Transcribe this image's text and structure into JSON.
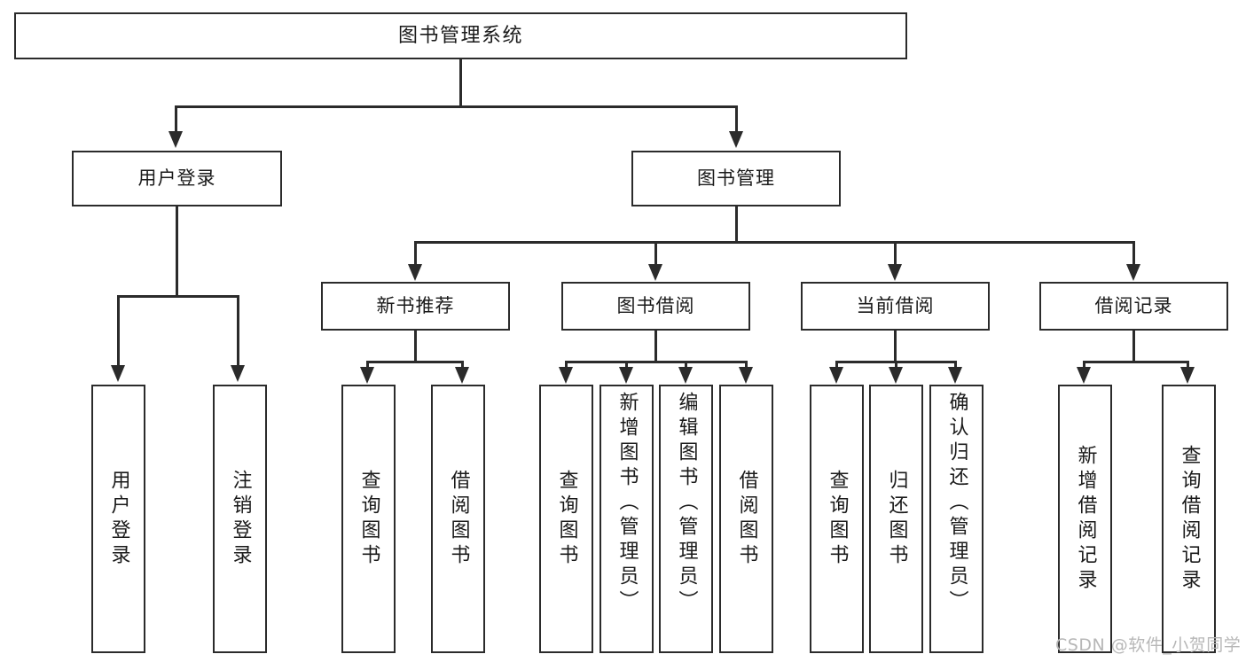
{
  "diagram": {
    "title": "图书管理系统",
    "type": "tree-hierarchy-chart",
    "colors": {
      "stroke": "#2b2b2b",
      "fill": "#ffffff",
      "text": "#1a1a1a",
      "watermark": "#b7b7b7"
    },
    "root": {
      "label": "图书管理系统"
    },
    "level2": [
      {
        "label": "用户登录"
      },
      {
        "label": "图书管理"
      }
    ],
    "level3": [
      {
        "label": "新书推荐"
      },
      {
        "label": "图书借阅"
      },
      {
        "label": "当前借阅"
      },
      {
        "label": "借阅记录"
      }
    ],
    "leaves": {
      "user_login": [
        {
          "label": "用户登录"
        },
        {
          "label": "注销登录"
        }
      ],
      "new_book_recommend": [
        {
          "label": "查询图书"
        },
        {
          "label": "借阅图书"
        }
      ],
      "book_borrow": [
        {
          "label": "查询图书"
        },
        {
          "label": "新增图书（管理员）"
        },
        {
          "label": "编辑图书（管理员）"
        },
        {
          "label": "借阅图书"
        }
      ],
      "current_borrow": [
        {
          "label": "查询图书"
        },
        {
          "label": "归还图书"
        },
        {
          "label": "确认归还（管理员）"
        }
      ],
      "borrow_records": [
        {
          "label": "新增借阅记录"
        },
        {
          "label": "查询借阅记录"
        }
      ]
    }
  },
  "watermark": {
    "text": "CSDN @软件_小贺同学"
  }
}
